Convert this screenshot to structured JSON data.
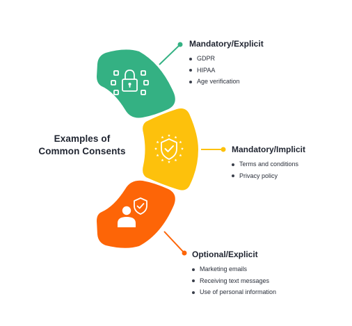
{
  "center_title": {
    "line1": "Examples of",
    "line2": "Common Consents"
  },
  "groups": [
    {
      "heading": "Mandatory/Explicit",
      "items": [
        "GDPR",
        "HIPAA",
        "Age verification"
      ],
      "color": "#34b183",
      "icon": "lock-network-icon"
    },
    {
      "heading": "Mandatory/Implicit",
      "items": [
        "Terms and conditions",
        "Privacy policy"
      ],
      "color": "#fdc10c",
      "icon": "eu-shield-check-icon"
    },
    {
      "heading": "Optional/Explicit",
      "items": [
        "Marketing emails",
        "Receiving text messages",
        "Use of personal information"
      ],
      "color": "#fd6507",
      "icon": "user-shield-icon"
    }
  ]
}
